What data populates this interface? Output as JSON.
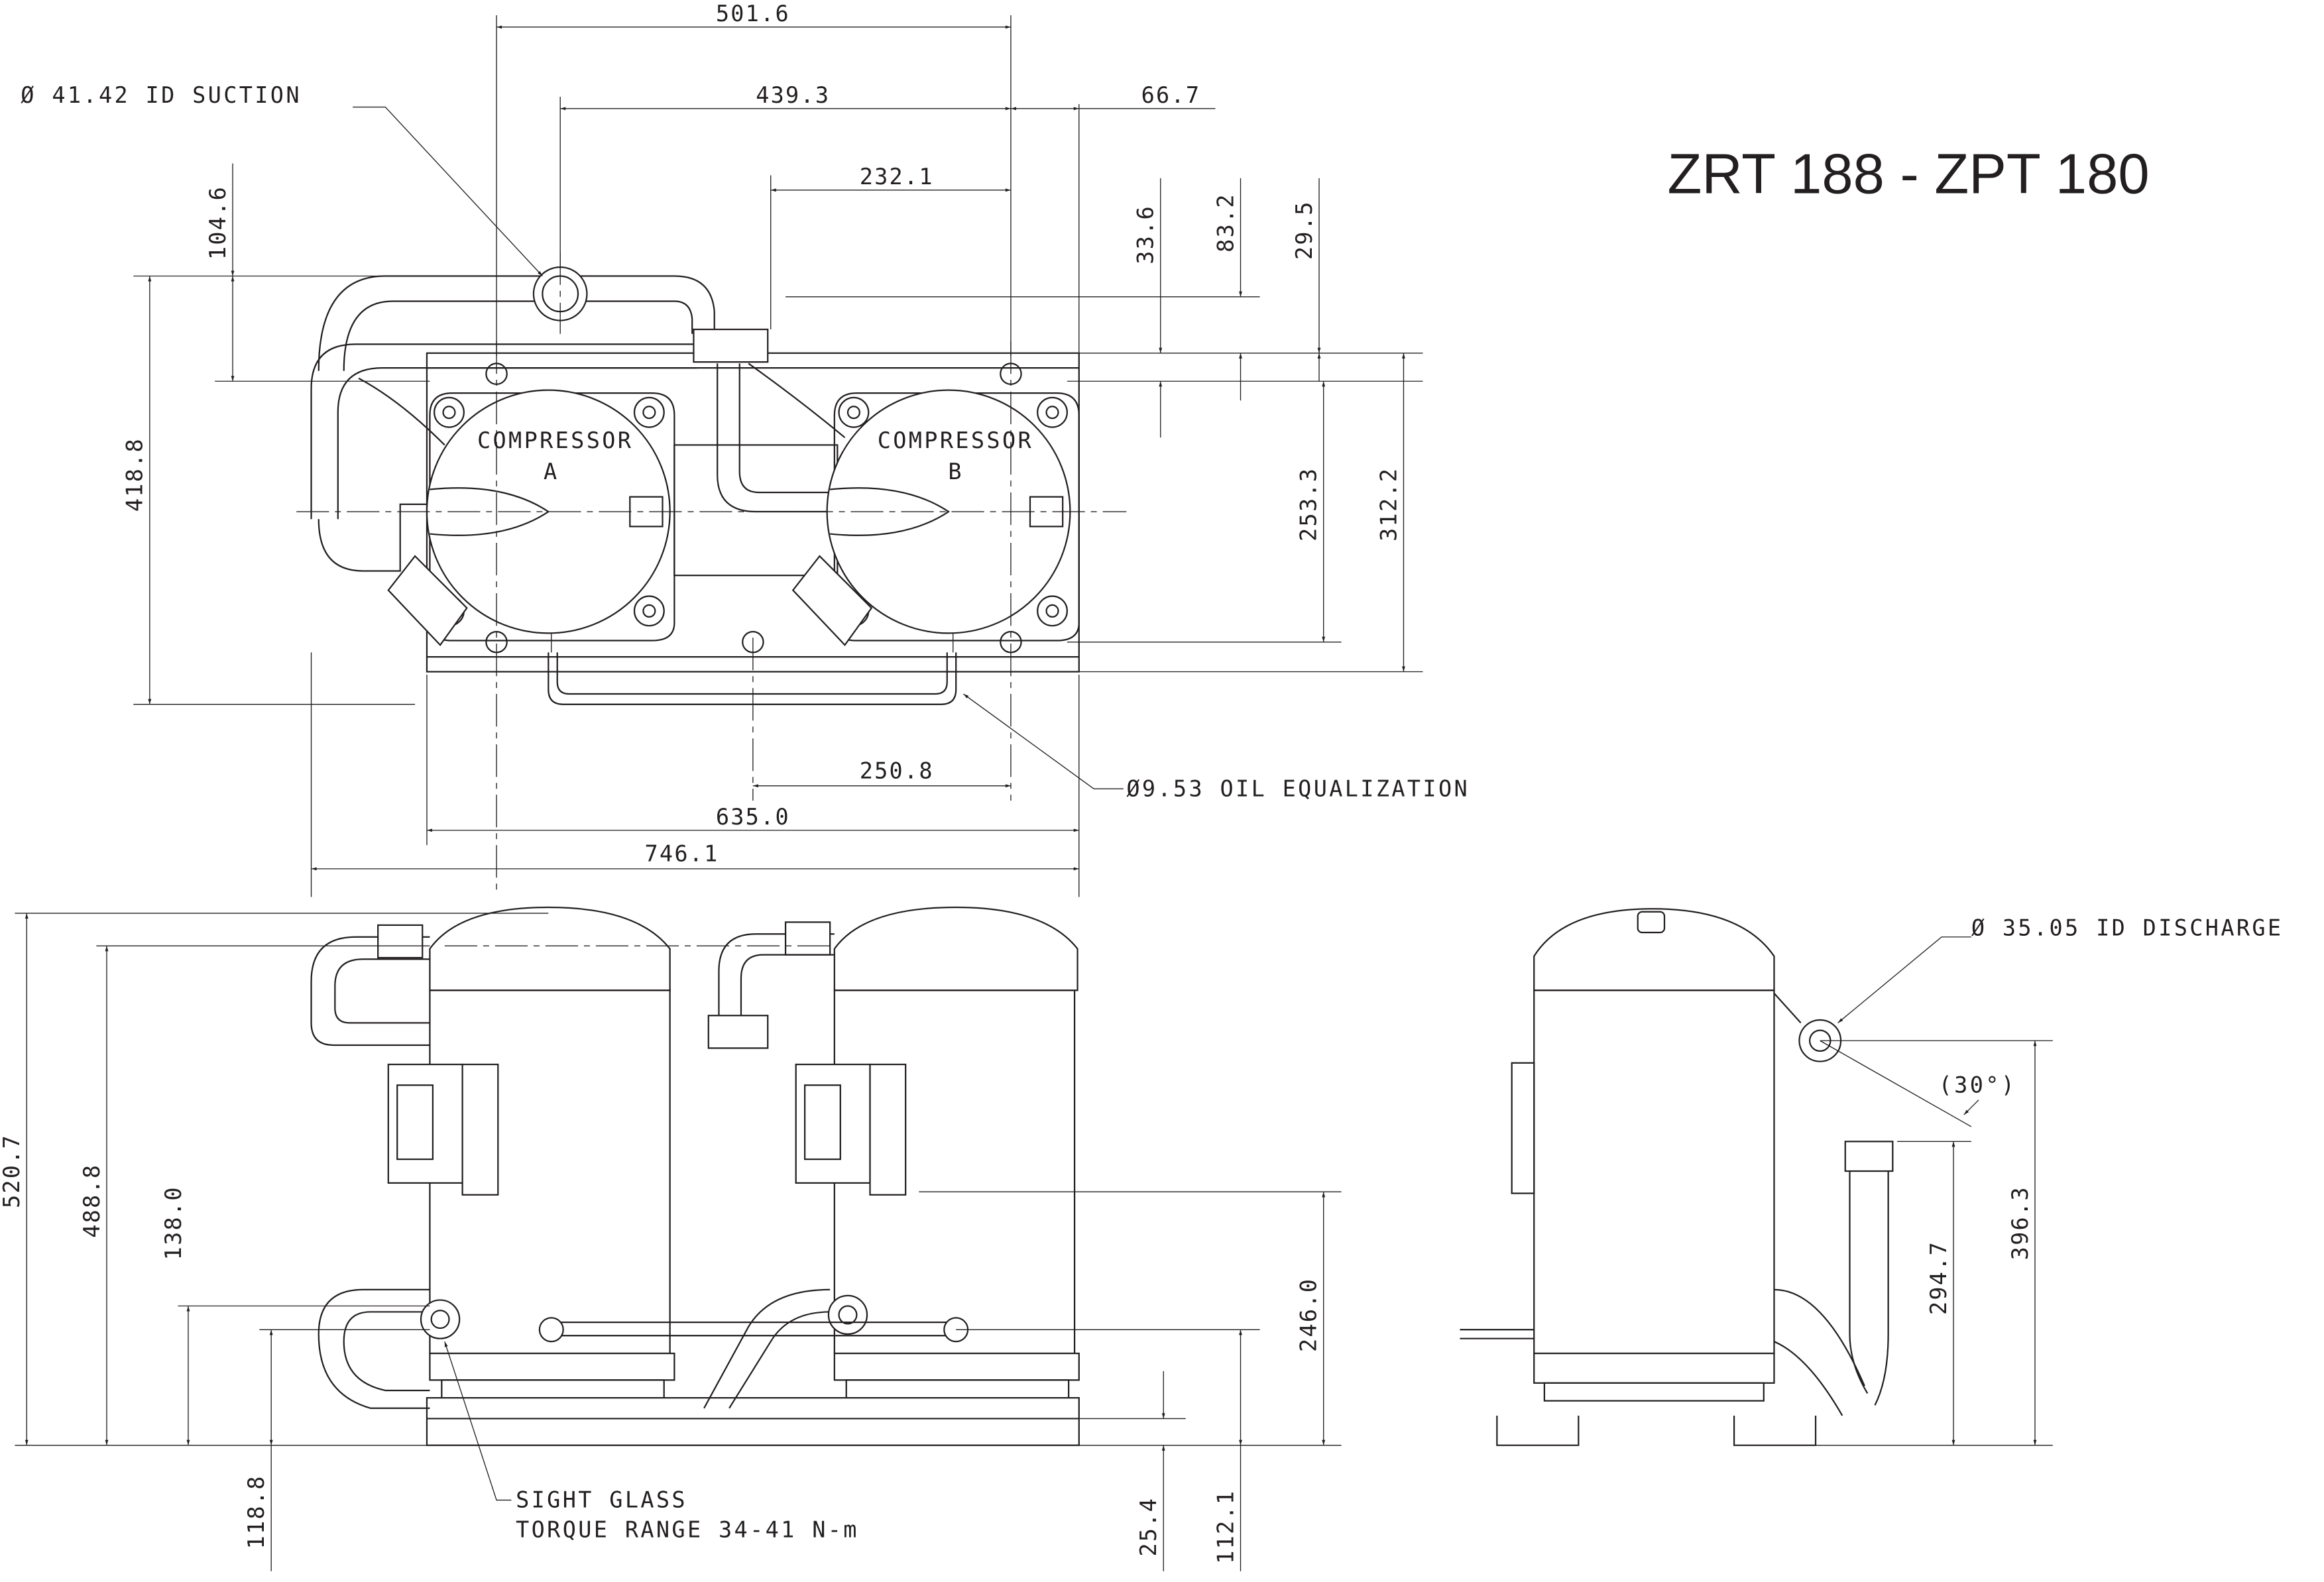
{
  "title": "ZRT 188 - ZPT 180",
  "top_view": {
    "dim_501_6": "501.6",
    "dim_439_3": "439.3",
    "dim_66_7": "66.7",
    "dim_232_1": "232.1",
    "dim_104_6": "104.6",
    "dim_33_6": "33.6",
    "dim_83_2": "83.2",
    "dim_29_5": "29.5",
    "dim_418_8": "418.8",
    "dim_253_3": "253.3",
    "dim_312_2": "312.2",
    "dim_250_8": "250.8",
    "dim_635_0": "635.0",
    "dim_746_1": "746.1",
    "suction_label": "Ø 41.42  ID SUCTION",
    "compressor_a_line1": "COMPRESSOR",
    "compressor_a_line2": "A",
    "compressor_b_line1": "COMPRESSOR",
    "compressor_b_line2": "B",
    "oil_label": "Ø9.53 OIL EQUALIZATION"
  },
  "front_view": {
    "dim_520_7": "520.7",
    "dim_488_8": "488.8",
    "dim_138_0": "138.0",
    "dim_118_8": "118.8",
    "dim_246_0": "246.0",
    "dim_25_4": "25.4",
    "dim_112_1": "112.1",
    "sight_glass_line1": "SIGHT GLASS",
    "sight_glass_line2": "TORQUE RANGE 34-41 N-m"
  },
  "side_view": {
    "discharge_label": "Ø  35.05  ID DISCHARGE",
    "angle_label": "(30°)",
    "dim_396_3": "396.3",
    "dim_294_7": "294.7"
  }
}
